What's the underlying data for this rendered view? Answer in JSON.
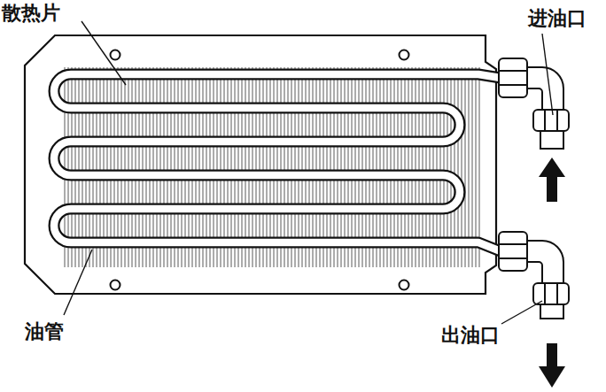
{
  "diagram": {
    "labels": [
      "散热片",
      "进油口",
      "油管",
      "出油口"
    ]
  }
}
